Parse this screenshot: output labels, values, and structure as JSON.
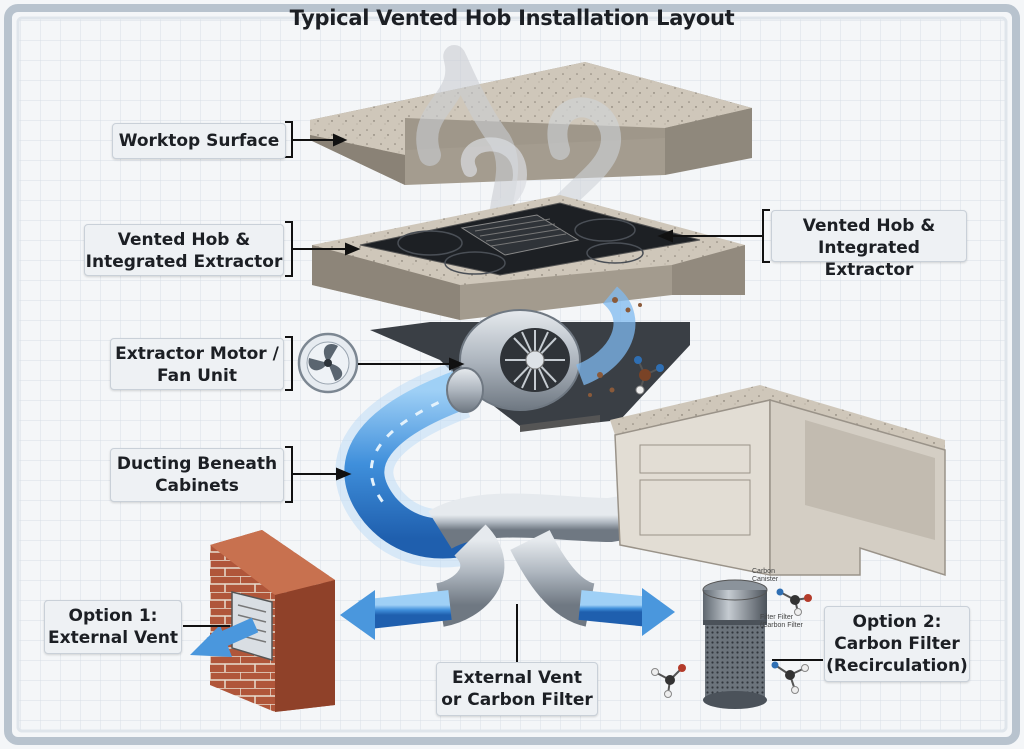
{
  "title": "Typical Vented Hob Installation Layout",
  "labels": {
    "worktop": [
      "Worktop Surface"
    ],
    "hob_left": [
      "Vented Hob &",
      "Integrated Extractor"
    ],
    "hob_right": [
      "Vented Hob &",
      "Integrated Extractor"
    ],
    "motor": [
      "Extractor Motor /",
      "Fan Unit"
    ],
    "ducting": [
      "Ducting Beneath",
      "Cabinets"
    ],
    "option1": [
      "Option 1:",
      "External Vent"
    ],
    "junction": [
      "External Vent",
      "or Carbon Filter"
    ],
    "option2": [
      "Option 2:",
      "Carbon Filter",
      "(Recirculation)"
    ]
  },
  "canister_text": {
    "top": [
      "Carbon",
      "Canister"
    ],
    "mid": [
      "Filter Filter",
      "(Carbon Filter"
    ]
  },
  "colors": {
    "frame": "#cdd6df",
    "airflow": "#5aa0e0",
    "duct": "#aeb6bf",
    "worktop": "#c9c1b4",
    "brick": "#b0563a",
    "hob_glass": "#1d2024"
  }
}
